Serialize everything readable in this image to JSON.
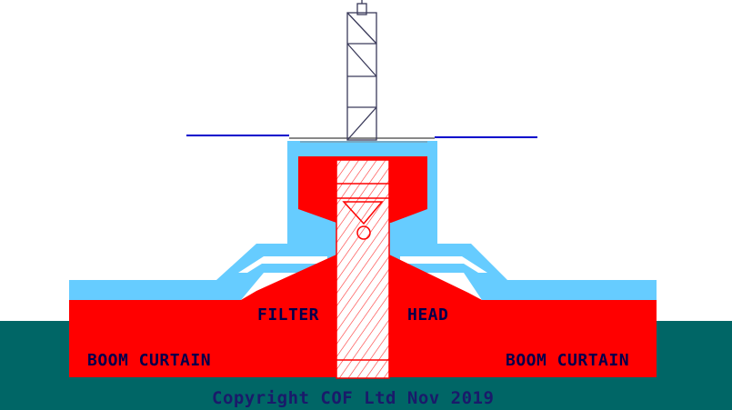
{
  "labels": {
    "filter": "FILTER",
    "head": "HEAD",
    "boom_left": "BOOM CURTAIN",
    "boom_right": "BOOM CURTAIN",
    "copyright": "Copyright COF Ltd Nov 2019"
  },
  "colors": {
    "water": "#006666",
    "float": "#66ccff",
    "body": "#ff0000",
    "waterline": "#0000cc",
    "label": "#00004a",
    "lattice": "#3a3a5a"
  }
}
